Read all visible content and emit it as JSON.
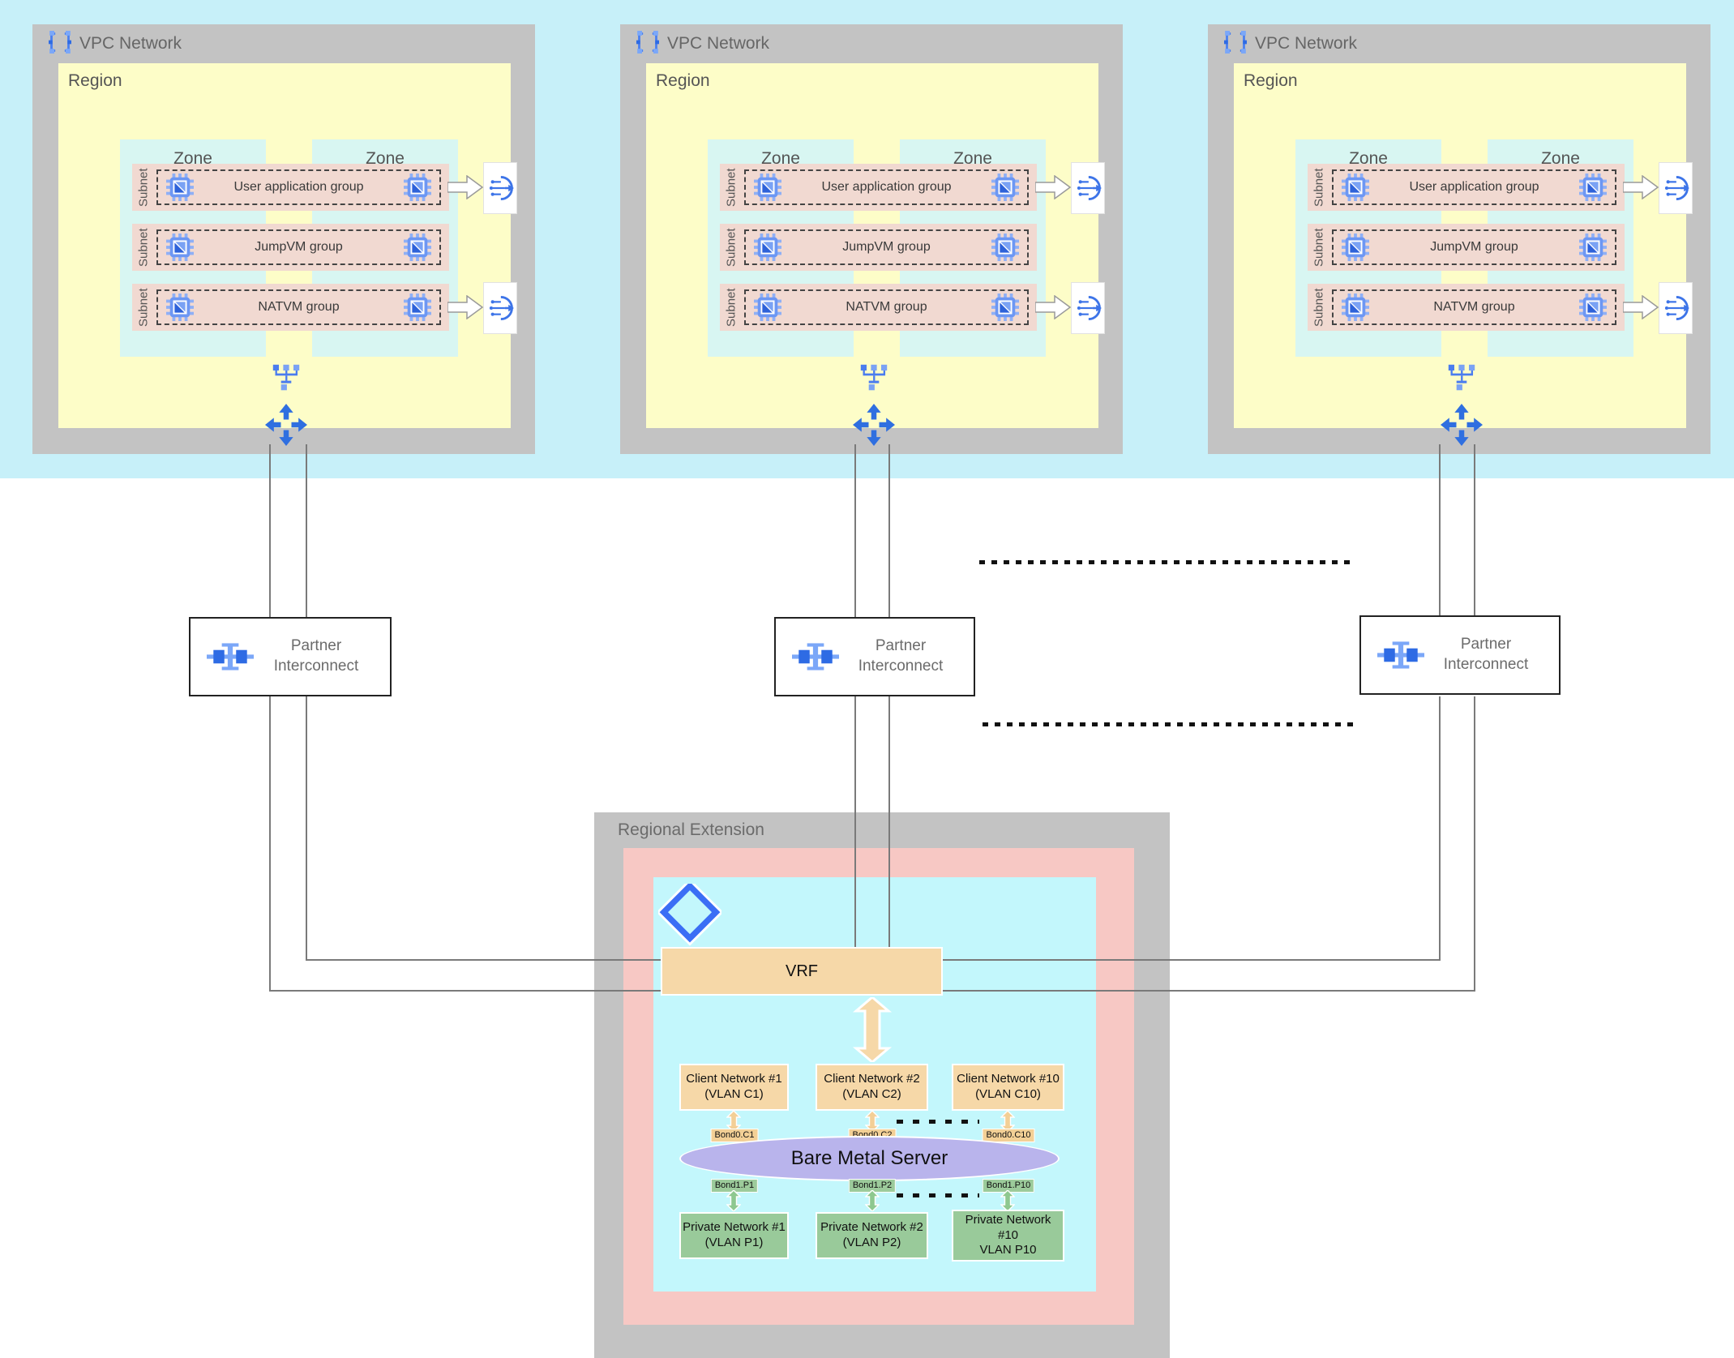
{
  "colors": {
    "top_band": "#c7f0f9",
    "container_gray": "#c3c3c3",
    "region_yellow": "#fdfdc8",
    "zone_cyan": "#d8f6f2",
    "subnet_pink": "#f1d9d1",
    "re_pink": "#f7c8c4",
    "re_cyan": "#c3f7fc",
    "tan": "#f6d8a8",
    "server_purple": "#b9b4ec",
    "green": "#99ca9a",
    "connector_gray": "#7a7a7a",
    "icon_blue": "#2e6be4",
    "icon_blue_light": "#7ba7f8"
  },
  "icons": [
    "vpc-network-icon",
    "vm-instance-icon",
    "load-balancer-icon",
    "instance-group-icon",
    "routes-icon",
    "partner-interconnect-icon",
    "layered-peering-icon"
  ],
  "vpc_blocks": [
    {
      "title": "VPC Network",
      "region_label": "Region",
      "zones": [
        "Zone",
        "Zone"
      ],
      "subnets": [
        {
          "label": "Subnet",
          "group": "User application group"
        },
        {
          "label": "Subnet",
          "group": "JumpVM group"
        },
        {
          "label": "Subnet",
          "group": "NATVM group"
        }
      ]
    },
    {
      "title": "VPC Network",
      "region_label": "Region",
      "zones": [
        "Zone",
        "Zone"
      ],
      "subnets": [
        {
          "label": "Subnet",
          "group": "User application group"
        },
        {
          "label": "Subnet",
          "group": "JumpVM group"
        },
        {
          "label": "Subnet",
          "group": "NATVM group"
        }
      ]
    },
    {
      "title": "VPC Network",
      "region_label": "Region",
      "zones": [
        "Zone",
        "Zone"
      ],
      "subnets": [
        {
          "label": "Subnet",
          "group": "User application group"
        },
        {
          "label": "Subnet",
          "group": "JumpVM group"
        },
        {
          "label": "Subnet",
          "group": "NATVM group"
        }
      ]
    }
  ],
  "interconnects": [
    {
      "label": "Partner Interconnect"
    },
    {
      "label": "Partner Interconnect"
    },
    {
      "label": "Partner Interconnect"
    }
  ],
  "regional_extension": {
    "title": "Regional Extension",
    "vrf_label": "VRF",
    "client_networks": [
      {
        "name": "Client Network #1",
        "vlan": "(VLAN C1)"
      },
      {
        "name": "Client Network #2",
        "vlan": "(VLAN C2)"
      },
      {
        "name": "Client Network #10",
        "vlan": "(VLAN C10)"
      }
    ],
    "bond_interfaces_client": [
      "Bond0.C1",
      "Bond0.C2",
      "Bond0.C10"
    ],
    "server_label": "Bare Metal Server",
    "bond_interfaces_private": [
      "Bond1.P1",
      "Bond1.P2",
      "Bond1.P10"
    ],
    "private_networks": [
      {
        "name": "Private Network #1",
        "vlan": "(VLAN P1)"
      },
      {
        "name": "Private Network #2",
        "vlan": "(VLAN P2)"
      },
      {
        "name": "Private Network #10",
        "vlan": "VLAN P10"
      }
    ]
  }
}
